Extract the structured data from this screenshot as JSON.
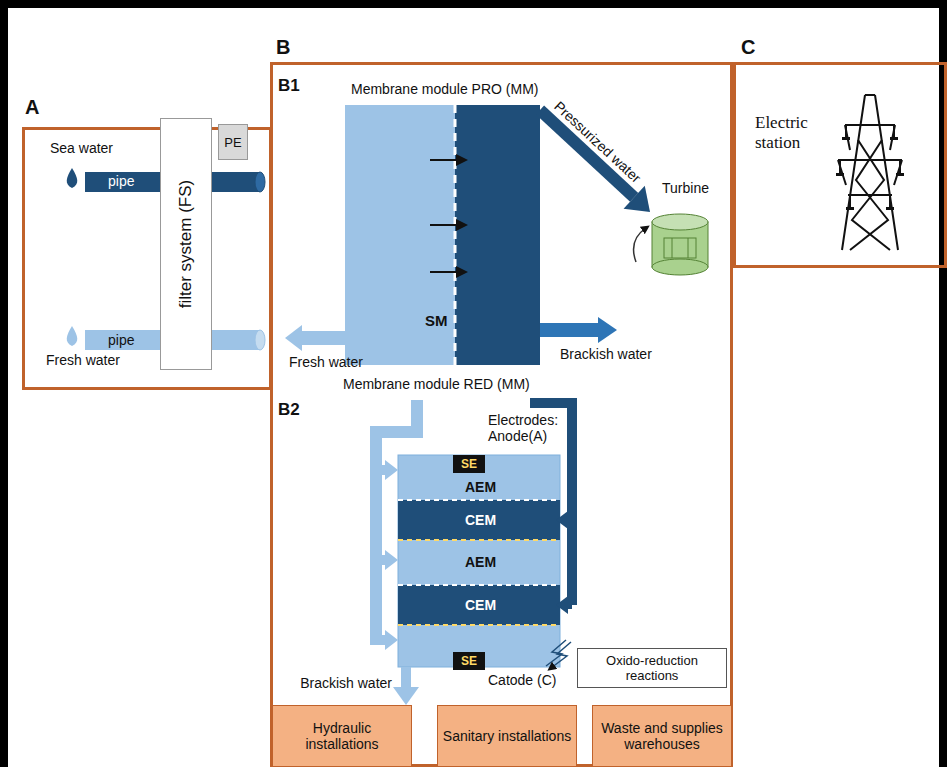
{
  "diagram": {
    "nodes": [
      {
        "text": [
          "A"
        ]
      },
      {
        "text": [
          "filter system (FS)"
        ],
        "in": 0
      },
      {
        "text": [
          "PE"
        ],
        "in": 0
      },
      {
        "text": [
          "B"
        ]
      },
      {
        "text": [
          "Membrane module PRO (MM)",
          "SM"
        ],
        "in": 3
      },
      {
        "text": [
          "Turbine"
        ],
        "in": 3
      },
      {
        "text": [
          "Membrane module RED (MM)"
        ],
        "in": 3
      },
      {
        "text": [
          "SE"
        ],
        "in": 6
      },
      {
        "text": [
          "SE"
        ],
        "in": 6
      },
      {
        "text": [
          "Oxido-reduction reactions"
        ],
        "in": 3
      },
      {
        "text": [
          "Hydraulic installations"
        ],
        "in": 3
      },
      {
        "text": [
          "Sanitary installations"
        ],
        "in": 3
      },
      {
        "text": [
          "Waste and supplies warehouses"
        ],
        "in": 3
      },
      {
        "text": [
          "C"
        ]
      }
    ],
    "edges": [
      {
        "from": 4,
        "to": 5,
        "label": "Pressurized water",
        "arrow": "to"
      },
      {
        "from": 6,
        "to": 10,
        "label": "Brackish water",
        "arrow": "to"
      }
    ],
    "labels": [
      "Sea water",
      "pipe",
      "pipe",
      "Fresh water",
      "B1",
      "Fresh water",
      "Brackish water",
      "B2",
      "Electrodes:",
      "Anode(A)",
      "AEM",
      "CEM",
      "AEM",
      "CEM",
      "Catode (C)",
      "Electric station"
    ]
  }
}
